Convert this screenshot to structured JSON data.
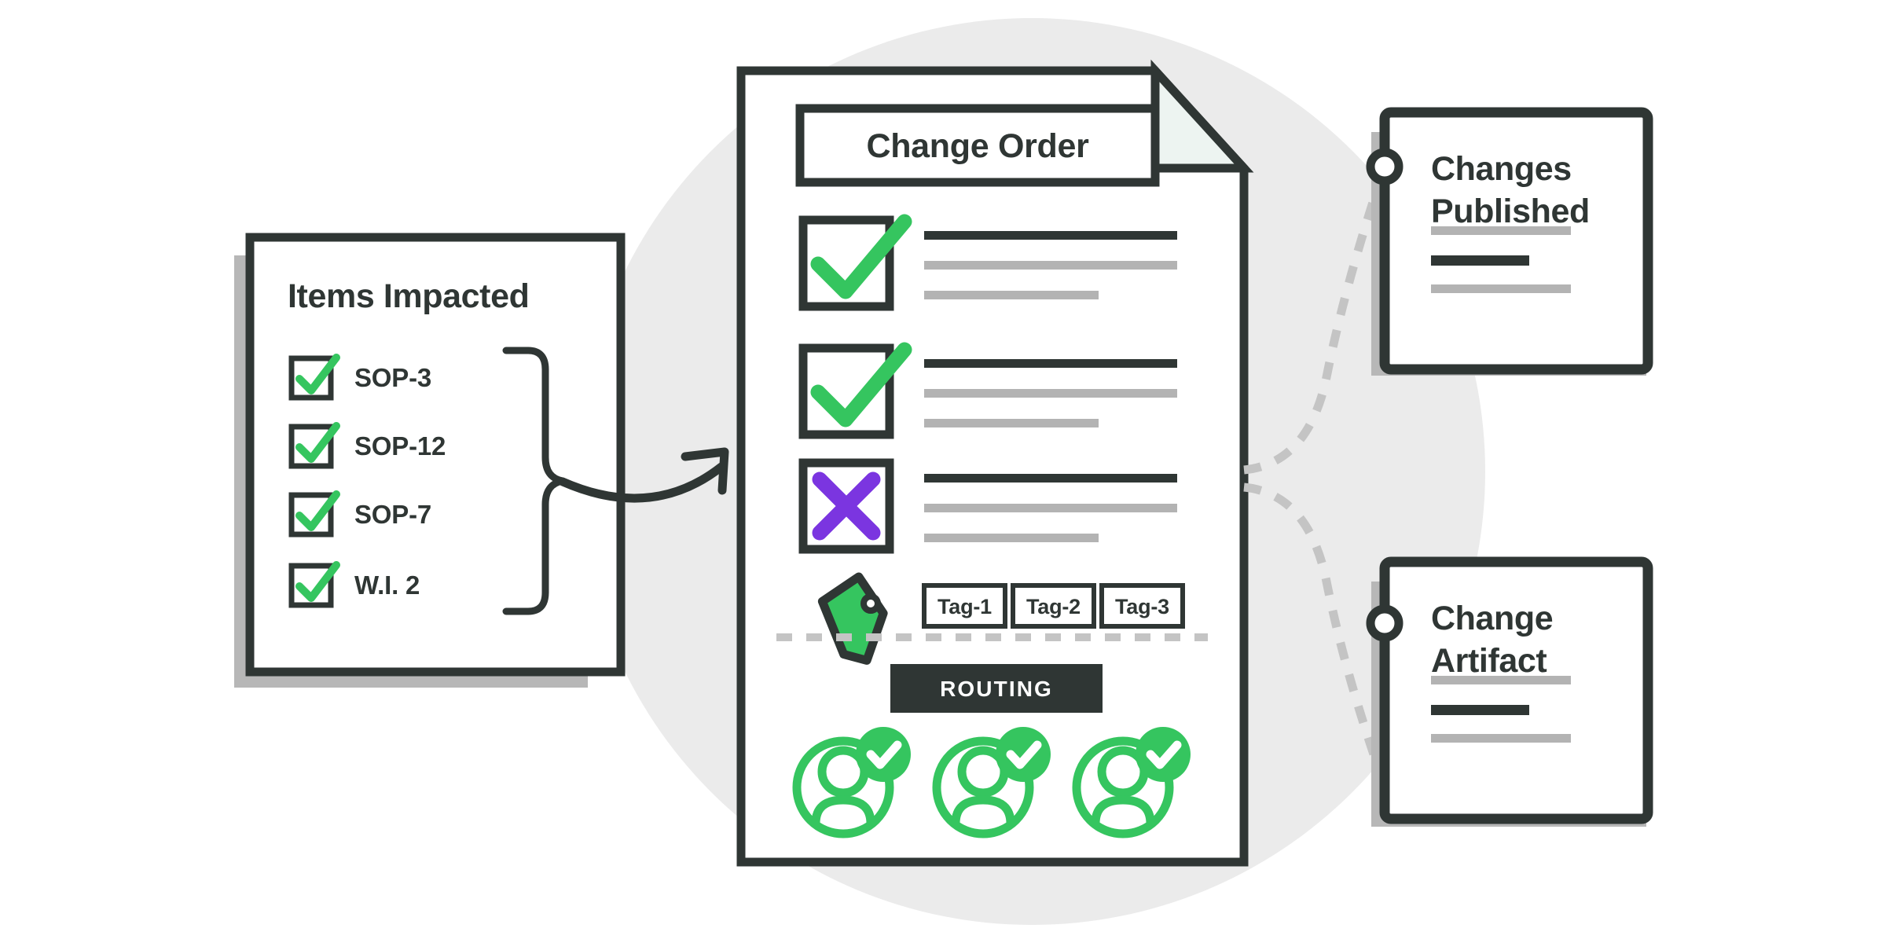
{
  "colors": {
    "ink": "#2f3634",
    "green": "#35c55f",
    "purple": "#7b35e0",
    "gray_line": "#b3b3b3",
    "shadow": "#b7b7b7",
    "backdrop": "#ebebeb",
    "fold_fill": "#edf4f1",
    "dash": "#c4c4c4",
    "white": "#ffffff"
  },
  "backdrop": {
    "shape": "circle",
    "label": "background-circle"
  },
  "impacted_card": {
    "title": "Items Impacted",
    "items": [
      {
        "label": "SOP-3",
        "checked": true,
        "icon": "check-icon"
      },
      {
        "label": "SOP-12",
        "checked": true,
        "icon": "check-icon"
      },
      {
        "label": "SOP-7",
        "checked": true,
        "icon": "check-icon"
      },
      {
        "label": "W.I. 2",
        "checked": true,
        "icon": "check-icon"
      }
    ],
    "brace_icon": "curly-brace-icon",
    "arrow_icon": "curved-arrow-icon"
  },
  "change_order": {
    "title": "Change Order",
    "fold_icon": "page-fold-icon",
    "rows": [
      {
        "state": "approved",
        "icon": "check-icon"
      },
      {
        "state": "approved",
        "icon": "check-icon"
      },
      {
        "state": "rejected",
        "icon": "x-icon"
      }
    ],
    "tag_icon": "tag-icon",
    "tags": [
      "Tag-1",
      "Tag-2",
      "Tag-3"
    ],
    "divider_icon": "dashed-divider",
    "routing_label": "ROUTING",
    "approvers": [
      {
        "icon": "user-avatar-icon",
        "badge": "check-badge-icon"
      },
      {
        "icon": "user-avatar-icon",
        "badge": "check-badge-icon"
      },
      {
        "icon": "user-avatar-icon",
        "badge": "check-badge-icon"
      }
    ]
  },
  "outputs": [
    {
      "title_line_1": "Changes",
      "title_line_2": "Published",
      "connector_icon": "connector-dot-icon",
      "connector_path_icon": "dashed-curve-icon",
      "lines": [
        "gray-long",
        "dark-short",
        "gray-long"
      ]
    },
    {
      "title_line_1": "Change",
      "title_line_2": "Artifact",
      "connector_icon": "connector-dot-icon",
      "connector_path_icon": "dashed-curve-icon",
      "lines": [
        "gray-long",
        "dark-short",
        "gray-long"
      ]
    }
  ]
}
